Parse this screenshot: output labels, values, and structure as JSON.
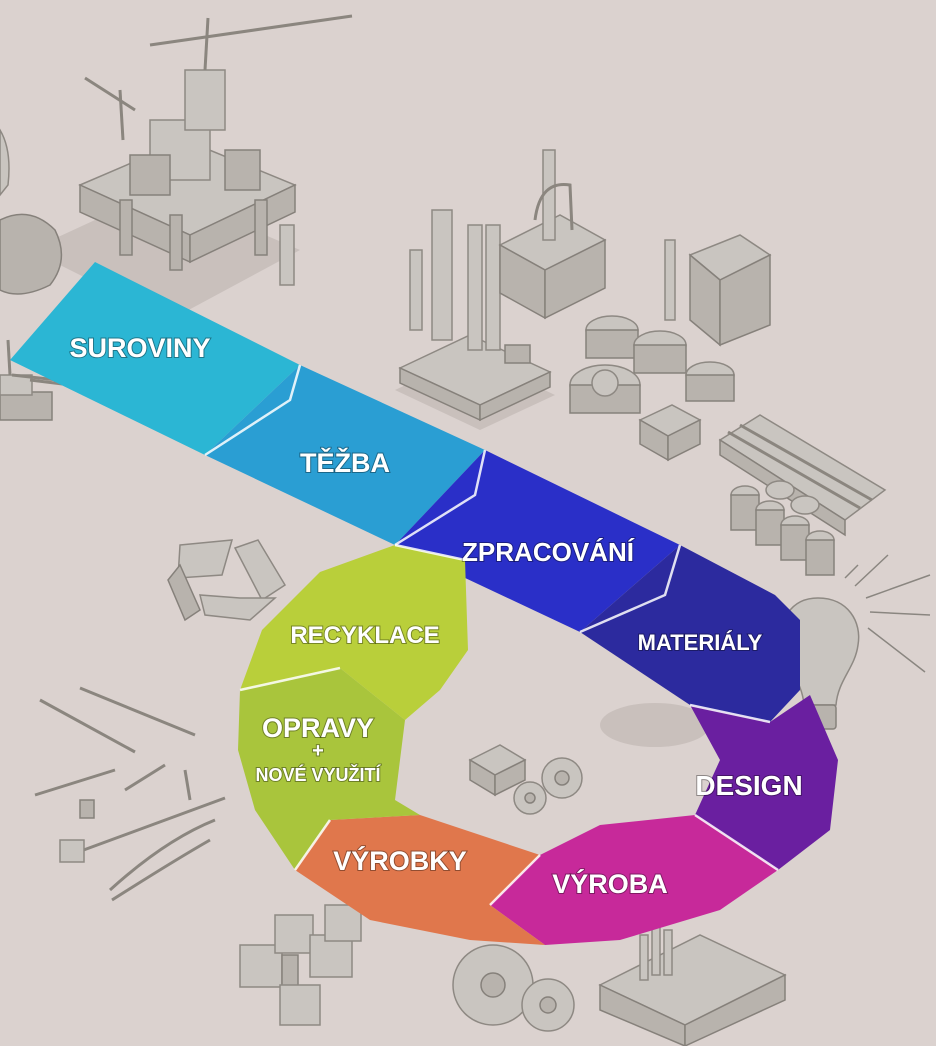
{
  "stages": [
    {
      "id": "suroviny",
      "label": "SUROVINY",
      "color": "#2bb6d4"
    },
    {
      "id": "tezba",
      "label": "TĚŽBA",
      "color": "#2a9ed3"
    },
    {
      "id": "zpracovani",
      "label": "ZPRACOVÁNÍ",
      "color": "#2a2fc8"
    },
    {
      "id": "materialy",
      "label": "MATERIÁLY",
      "color": "#2c2a9e"
    },
    {
      "id": "design",
      "label": "DESIGN",
      "color": "#6a1fa0"
    },
    {
      "id": "vyroba",
      "label": "VÝROBA",
      "color": "#c7299a"
    },
    {
      "id": "vyrobky",
      "label": "VÝROBKY",
      "color": "#e0774c"
    },
    {
      "id": "opravy",
      "label_top": "OPRAVY",
      "label_plus": "+",
      "label_bottom": "NOVÉ VYUŽITÍ",
      "color": "#a9c53c"
    },
    {
      "id": "recyklace",
      "label": "RECYKLACE",
      "color": "#b9cf3a"
    }
  ],
  "icons": [
    "oil-platform-icon",
    "rocks-icon",
    "excavator-icon",
    "refinery-icon",
    "factory-icon",
    "tanks-icon",
    "materials-stack-icon",
    "lightbulb-icon",
    "recycle-icon",
    "tools-icon",
    "gears-icon",
    "boxes-icon",
    "plant-icon"
  ]
}
